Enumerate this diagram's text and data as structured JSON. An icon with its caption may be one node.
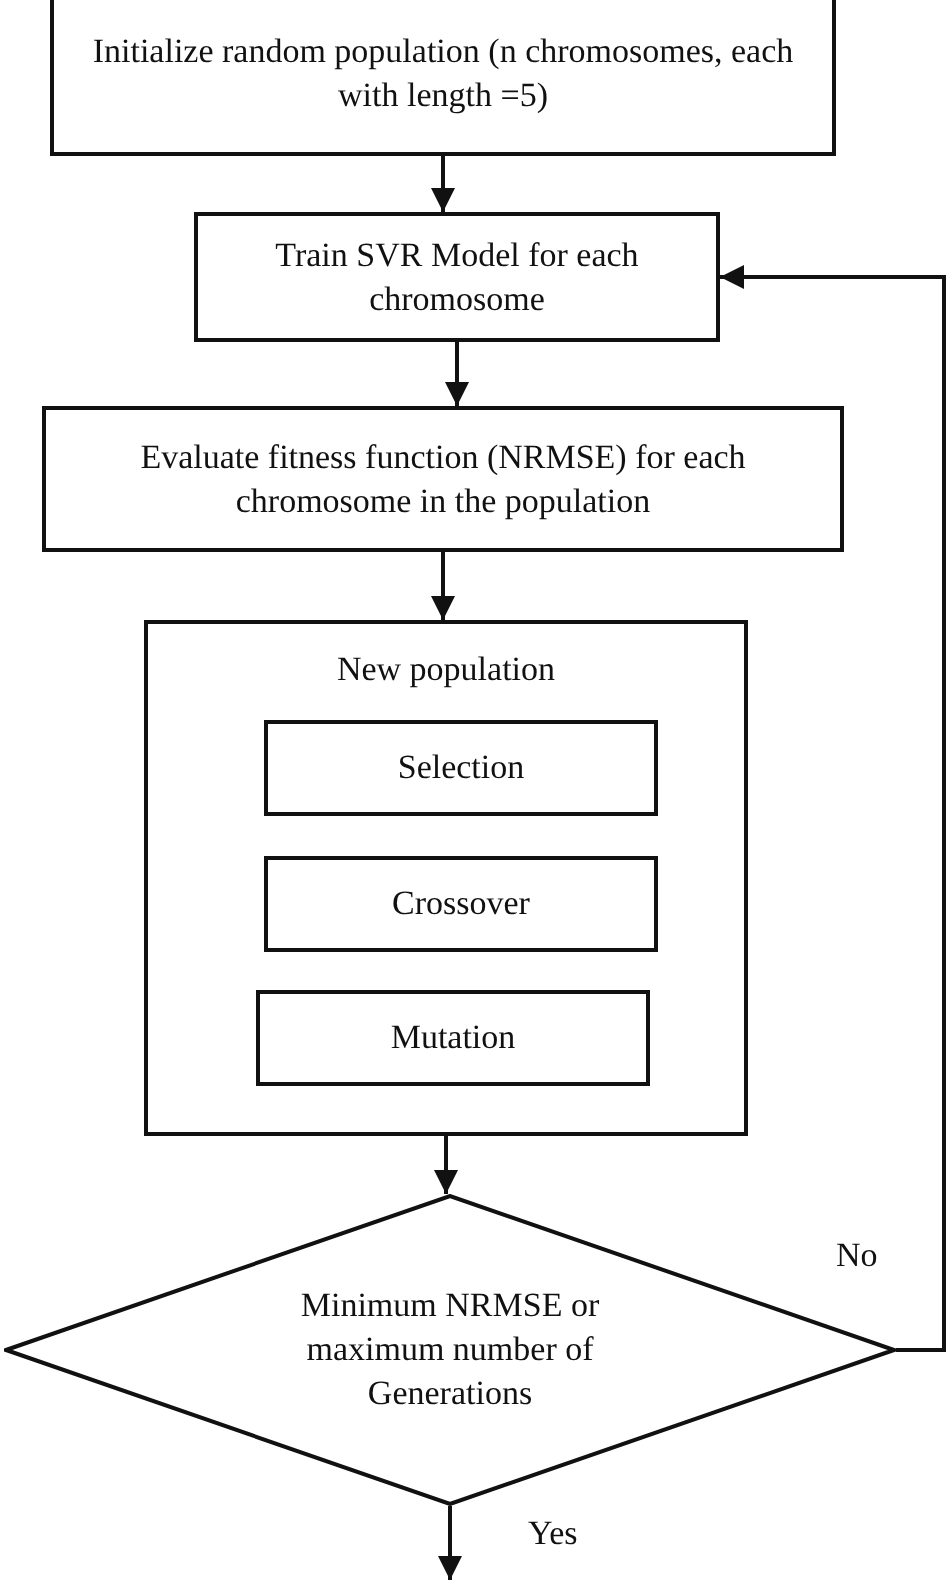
{
  "diagram": {
    "nodes": [
      {
        "text": [
          "Initialize random population (n chromosomes, each with length =5)"
        ]
      },
      {
        "text": [
          "Train SVR Model for each chromosome"
        ]
      },
      {
        "text": [
          "Evaluate fitness function (NRMSE) for each chromosome in the population"
        ]
      },
      {
        "text": [
          "New population"
        ]
      },
      {
        "text": [
          "Selection"
        ],
        "in": 3
      },
      {
        "text": [
          "Crossover"
        ],
        "in": 3
      },
      {
        "text": [
          "Mutation"
        ],
        "in": 3
      },
      {
        "text": [
          "Minimum NRMSE or maximum number of Generations"
        ]
      }
    ],
    "edges": [
      {
        "from": 0,
        "to": 1,
        "arrow": "to"
      },
      {
        "from": 1,
        "to": 2,
        "arrow": "to"
      },
      {
        "from": 2,
        "to": 3,
        "arrow": "to"
      },
      {
        "from": 3,
        "to": 7,
        "arrow": "to"
      },
      {
        "from": 7,
        "to": 1,
        "arrow": "to",
        "label": "No"
      },
      {
        "from": 7,
        "to": null,
        "arrow": "to",
        "label": "Yes"
      }
    ]
  }
}
